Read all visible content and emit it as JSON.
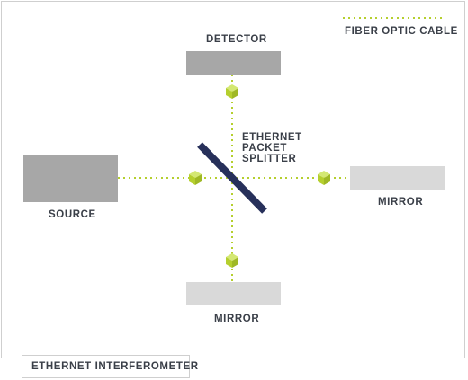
{
  "legend": {
    "label": "FIBER OPTIC CABLE",
    "line_color": "#b5cf2e"
  },
  "components": {
    "detector": {
      "label": "DETECTOR",
      "color": "#a7a7a7"
    },
    "source": {
      "label": "SOURCE",
      "color": "#a7a7a7"
    },
    "mirror_right": {
      "label": "MIRROR",
      "color": "#d9d9d9"
    },
    "mirror_bottom": {
      "label": "MIRROR",
      "color": "#d9d9d9"
    },
    "splitter": {
      "label_lines": [
        "ETHERNET",
        "PACKET",
        "SPLITTER"
      ],
      "color": "#27305a"
    }
  },
  "packet_color": "#b5cf2e",
  "caption": "ETHERNET INTERFEROMETER"
}
